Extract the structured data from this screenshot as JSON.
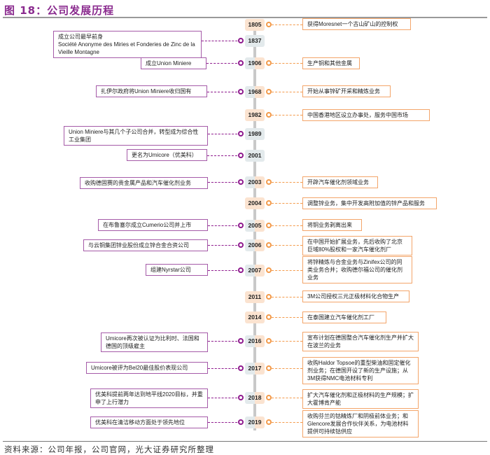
{
  "header": {
    "title": "图 18：公司发展历程"
  },
  "footer": {
    "source": "资料来源：公司年报，公司官网，光大证券研究所整理"
  },
  "colors": {
    "left_accent": "#8e1a8e",
    "right_accent": "#f39a4a",
    "title": "#8a2a8e"
  },
  "timeline": [
    {
      "year": "1805",
      "left": null,
      "right": "获得Moresnet一个古山矿山的控制权"
    },
    {
      "year": "1837",
      "left": "成立公司最早前身\nSociété Anonyme des Miries et Fonderies de Zinc de la Vieille Montagne",
      "right": null
    },
    {
      "year": "1906",
      "left": "成立Union Miniere",
      "right": "生产铜和其他金属"
    },
    {
      "year": "1968",
      "left": "扎伊尔政府将Union Miniere收归国有",
      "right": "开始从事锌矿开采和精炼业务"
    },
    {
      "year": "1982",
      "left": null,
      "right": "中国香港地区设立办事处，服务中国市场"
    },
    {
      "year": "1989",
      "left": "Union Miniere与其几个子公司合并，转型成为综合性工业集团",
      "right": null
    },
    {
      "year": "2001",
      "left": "更名为Umicore（优美科）",
      "right": null
    },
    {
      "year": "2003",
      "left": "收购德固赛的贵金属产品和汽车催化剂业务",
      "right": "开辟汽车催化剂领域业务"
    },
    {
      "year": "2004",
      "left": null,
      "right": "调整锌业务，集中开发高附加值的锌产品和服务"
    },
    {
      "year": "2005",
      "left": "在布鲁塞尔成立Cumerio公司并上市",
      "right": "将铜业务剥离出来"
    },
    {
      "year": "2006",
      "left": "与云铜集团锌业股份成立锌合金合资公司",
      "right": "在中国开始扩展业务，先后收购了北京巨域80%股权和一家汽车催化剂厂"
    },
    {
      "year": "2007",
      "left": "组建Nyrstar公司",
      "right": "将锌精炼与合金业务与Zinifex公司的同类业务合并；收购德尔福公司的催化剂业务"
    },
    {
      "year": "2011",
      "left": null,
      "right": "3M公司授权三元正极材料化合物生产"
    },
    {
      "year": "2014",
      "left": null,
      "right": "在泰国建立汽车催化剂工厂"
    },
    {
      "year": "2016",
      "left": "Umicore再次被认证为比利时、法国和德国的顶级雇主",
      "right": "宣布计划在德国整合汽车催化剂生产并扩大在波兰的业务"
    },
    {
      "year": "2017",
      "left": "Umicore被评为Bel20最佳股价表现公司",
      "right": "收购Haldor Topsoe的重型柴油和固定催化剂业务；在德国开设了新的生产设施；从3M获得NMC电池材料专利"
    },
    {
      "year": "2018",
      "left": "优美科提前两年达到地平线2020目标，并重申了上行潜力",
      "right": "扩大汽车催化剂和正极材料的生产规模；扩大霍博肯产能"
    },
    {
      "year": "2019",
      "left": "优美科在清洁移动方面处于领先地位",
      "right": "收购芬兰的钴精炼厂和阴极前体业务；和Glencore发展合作伙伴关系，为电池材料提供可持续钴供应"
    }
  ]
}
